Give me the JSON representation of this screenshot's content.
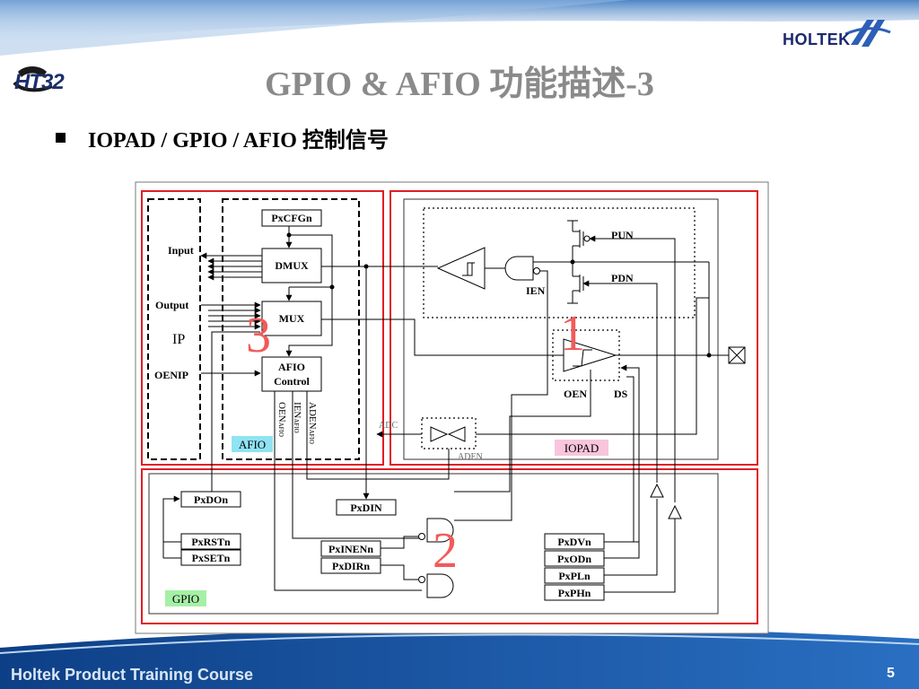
{
  "slide": {
    "title": "GPIO & AFIO 功能描述-3",
    "bullet": "IOPAD / GPIO / AFIO 控制信号",
    "footer": "Holtek Product Training Course",
    "page_number": "5",
    "logos": {
      "left": "HT32",
      "right": "HOLTEK"
    }
  },
  "diagram": {
    "ip": {
      "label": "IP",
      "signals": {
        "input": "Input",
        "output": "Output",
        "oenip": "OENIP"
      }
    },
    "afio": {
      "region_label": "AFIO",
      "pxcfgn": "PxCFGn",
      "dmux": "DMUX",
      "mux": "MUX",
      "control_line1": "AFIO",
      "control_line2": "Control",
      "oen_main": "OEN",
      "oen_sub": "AFIO",
      "ien_main": "IEN",
      "ien_sub": "AFIO",
      "aden_main": "ADEN",
      "aden_sub": "AFIO"
    },
    "iopad": {
      "region_label": "IOPAD",
      "pun": "PUN",
      "pdn": "PDN",
      "ien": "IEN",
      "oen": "OEN",
      "ds": "DS",
      "adc": "ADC",
      "aden": "ADEN"
    },
    "gpio": {
      "region_label": "GPIO",
      "pxdon": "PxDOn",
      "pxrstn": "PxRSTn",
      "pxsetn": "PxSETn",
      "pxdin": "PxDIN",
      "pxinenn": "PxINENn",
      "pxdirn": "PxDIRn",
      "pxdvn": "PxDVn",
      "pxodn": "PxODn",
      "pxpln": "PxPLn",
      "pxphn": "PxPHn"
    },
    "callouts": [
      "1",
      "2",
      "3"
    ]
  },
  "colors": {
    "title": "#8a8a8a",
    "region_border": "#e11d25",
    "callout": "#f25a5a",
    "afio_label_bg": "#8fe3f2",
    "iopad_label_bg": "#f8c5dc",
    "gpio_label_bg": "#a6f0a6"
  }
}
